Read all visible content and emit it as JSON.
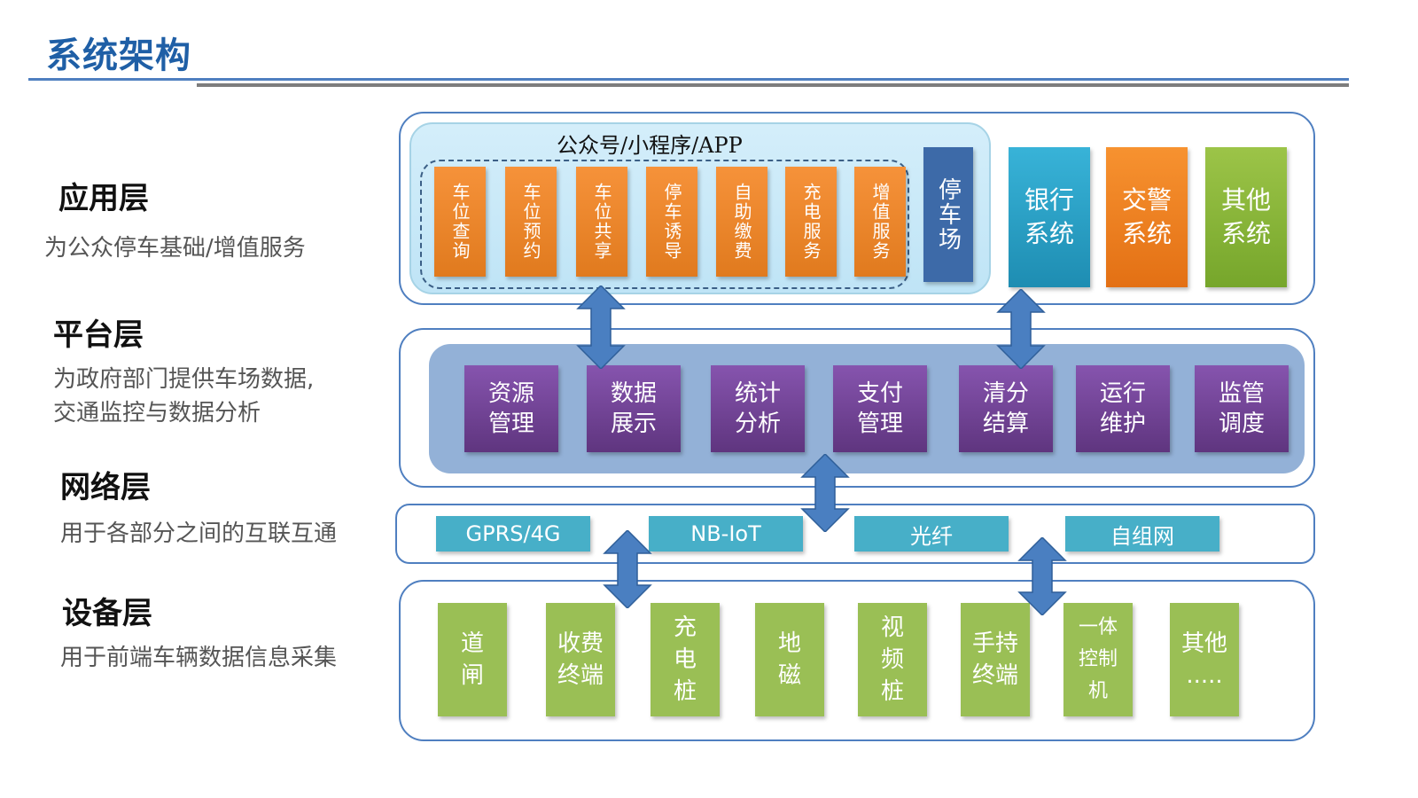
{
  "page_title": "系统架构",
  "layers": [
    {
      "name": "应用层",
      "desc": [
        "为公众停车基础/增值服务"
      ]
    },
    {
      "name": "平台层",
      "desc": [
        "为政府部门提供车场数据,",
        "交通监控与数据分析"
      ]
    },
    {
      "name": "网络层",
      "desc": [
        "用于各部分之间的互联互通"
      ]
    },
    {
      "name": "设备层",
      "desc": [
        "用于前端车辆数据信息采集"
      ]
    }
  ],
  "application": {
    "channel_title": "公众号/小程序/APP",
    "services": [
      "车位查询",
      "车位预约",
      "车位共享",
      "停车诱导",
      "自助缴费",
      "充电服务",
      "增值服务"
    ],
    "parking_lot": "停车场",
    "external_systems": [
      {
        "line1": "银行",
        "line2": "系统",
        "color": "#2aa0c8"
      },
      {
        "line1": "交警",
        "line2": "系统",
        "color": "#ee8024"
      },
      {
        "line1": "其他",
        "line2": "系统",
        "color": "#8ab53a"
      }
    ]
  },
  "platform": {
    "modules": [
      [
        "资源",
        "管理"
      ],
      [
        "数据",
        "展示"
      ],
      [
        "统计",
        "分析"
      ],
      [
        "支付",
        "管理"
      ],
      [
        "清分",
        "结算"
      ],
      [
        "运行",
        "维护"
      ],
      [
        "监管",
        "调度"
      ]
    ]
  },
  "network": {
    "items": [
      "GPRS/4G",
      "NB-IoT",
      "光纤",
      "自组网"
    ]
  },
  "devices": {
    "items": [
      [
        "道",
        "闸"
      ],
      [
        "收费",
        "终端"
      ],
      [
        "充",
        "电",
        "桩"
      ],
      [
        "地",
        "磁"
      ],
      [
        "视",
        "频",
        "桩"
      ],
      [
        "手持",
        "终端"
      ],
      [
        "一体",
        "控制",
        "机"
      ],
      [
        "其他",
        "....."
      ]
    ]
  },
  "colors": {
    "title": "#1f5fa6",
    "frame": "#4f7fc0",
    "arrow": "#4a7fc1",
    "orange": "#f0862c",
    "purple": "#74449a",
    "teal": "#47afc8",
    "green": "#9abf55",
    "parking": "#3d6aa8"
  }
}
